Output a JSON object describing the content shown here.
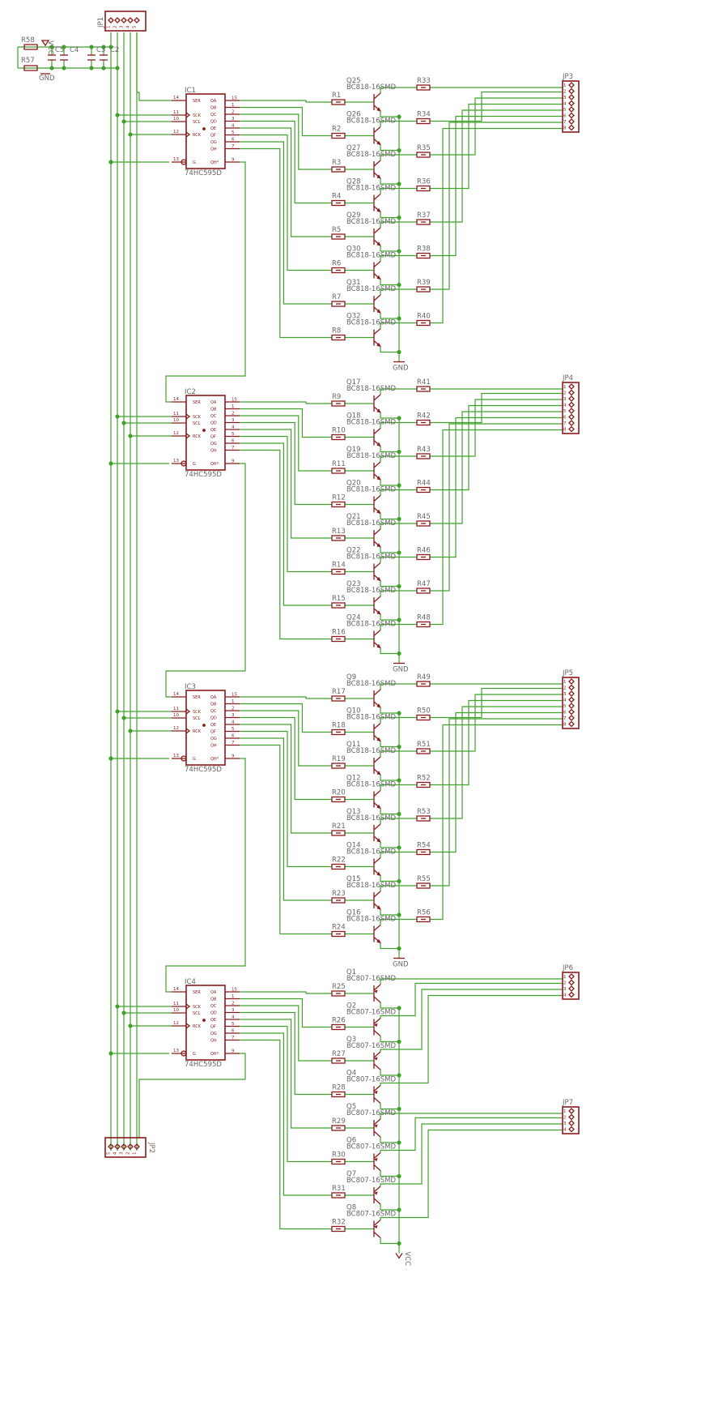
{
  "schematic": {
    "title": "",
    "ics": [
      {
        "name": "IC1",
        "value": "74HC595D",
        "out": "JP3",
        "tr_start": 25,
        "model": "BC818-16SMD",
        "rail": "GND"
      },
      {
        "name": "IC2",
        "value": "74HC595D",
        "out": "JP4",
        "tr_start": 17,
        "model": "BC818-16SMD",
        "rail": "GND"
      },
      {
        "name": "IC3",
        "value": "74HC595D",
        "out": "JP5",
        "tr_start": 9,
        "model": "BC818-16SMD",
        "rail": "GND"
      },
      {
        "name": "IC4",
        "value": "74HC595D",
        "out": "JP6",
        "out2": "JP7",
        "tr_start": 1,
        "model": "BC807-16SMD",
        "rail": "VCC"
      }
    ],
    "ic_pins_left": [
      {
        "num": "14",
        "label": "SER"
      },
      {
        "num": "11",
        "label": "SCK"
      },
      {
        "num": "10",
        "label": "SCL"
      },
      {
        "num": "12",
        "label": "RCK"
      },
      {
        "num": "13",
        "label": "G"
      }
    ],
    "ic_pins_right": [
      {
        "num": "15",
        "label": "QA"
      },
      {
        "num": "1",
        "label": "QB"
      },
      {
        "num": "2",
        "label": "QC"
      },
      {
        "num": "3",
        "label": "QD"
      },
      {
        "num": "4",
        "label": "QE"
      },
      {
        "num": "5",
        "label": "QF"
      },
      {
        "num": "6",
        "label": "QG"
      },
      {
        "num": "7",
        "label": "QH"
      },
      {
        "num": "9",
        "label": "QH*"
      }
    ],
    "base_resistors": [
      "R1",
      "R2",
      "R3",
      "R4",
      "R5",
      "R6",
      "R7",
      "R8",
      "R9",
      "R10",
      "R11",
      "R12",
      "R13",
      "R14",
      "R15",
      "R16",
      "R17",
      "R18",
      "R19",
      "R20",
      "R21",
      "R22",
      "R23",
      "R24",
      "R25",
      "R26",
      "R27",
      "R28",
      "R29",
      "R30",
      "R31",
      "R32"
    ],
    "out_resistors": [
      "R33",
      "R34",
      "R35",
      "R36",
      "R37",
      "R38",
      "R39",
      "R40",
      "R41",
      "R42",
      "R43",
      "R44",
      "R45",
      "R46",
      "R47",
      "R48",
      "R49",
      "R50",
      "R51",
      "R52",
      "R53",
      "R54",
      "R55",
      "R56"
    ],
    "transistors": [
      "Q25",
      "Q26",
      "Q27",
      "Q28",
      "Q29",
      "Q30",
      "Q31",
      "Q32",
      "Q17",
      "Q18",
      "Q19",
      "Q20",
      "Q21",
      "Q22",
      "Q23",
      "Q24",
      "Q9",
      "Q10",
      "Q11",
      "Q12",
      "Q13",
      "Q14",
      "Q15",
      "Q16",
      "Q1",
      "Q2",
      "Q3",
      "Q4",
      "Q5",
      "Q6",
      "Q7",
      "Q8"
    ],
    "connectors": {
      "jp1": "JP1",
      "jp2": "JP2",
      "jp1_pins": [
        "1",
        "2",
        "3",
        "4",
        "5"
      ],
      "jp2_pins": [
        "5",
        "4",
        "3",
        "2",
        "1"
      ],
      "out8_pins": [
        "1",
        "2",
        "3",
        "4",
        "5",
        "6",
        "7",
        "8"
      ],
      "out4_pins": [
        "1",
        "2",
        "3",
        "4"
      ]
    },
    "power": {
      "r58": "R58",
      "r57": "R57",
      "vcc": "VCC",
      "gnd": "GND",
      "caps": [
        "C5",
        "C4",
        "C3",
        "C2"
      ]
    }
  }
}
